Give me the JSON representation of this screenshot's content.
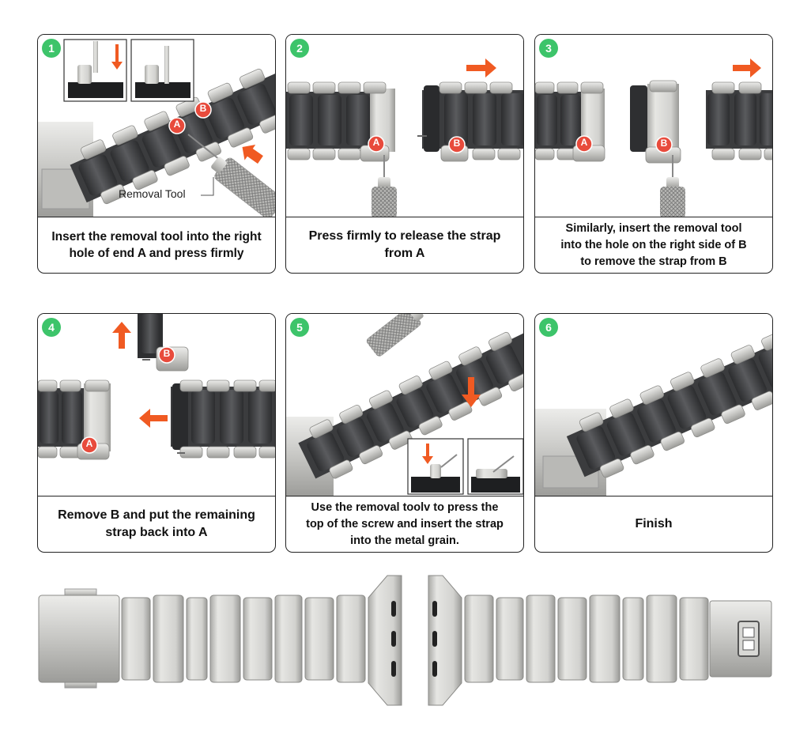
{
  "steps": [
    {
      "number": "1",
      "caption_l1": "Insert the removal tool into the right",
      "caption_l2": "hole of end A and press firmly",
      "tool_label": "Removal Tool",
      "marker_a": "A",
      "marker_b": "B"
    },
    {
      "number": "2",
      "caption_l1": "Press firmly to release the strap",
      "caption_l2": "from A",
      "marker_a": "A",
      "marker_b": "B"
    },
    {
      "number": "3",
      "caption_l1": "Similarly, insert the removal tool",
      "caption_l2": "into the hole on the right side of B",
      "caption_l3": "to remove the strap from B",
      "marker_a": "A",
      "marker_b": "B"
    },
    {
      "number": "4",
      "caption_l1": "Remove B and put the remaining",
      "caption_l2": "strap back into A",
      "marker_a": "A",
      "marker_b": "B"
    },
    {
      "number": "5",
      "caption_l1": "Use the removal toolv to press the",
      "caption_l2": "top of the screw and insert the strap",
      "caption_l3": "into the metal grain."
    },
    {
      "number": "6",
      "caption_l1": "Finish"
    }
  ],
  "colors": {
    "badge": "#3dc46a",
    "arrow": "#f05a22",
    "marker": "#e84b3c",
    "metal": "#c9c9c6",
    "dark": "#3a3b3d"
  }
}
